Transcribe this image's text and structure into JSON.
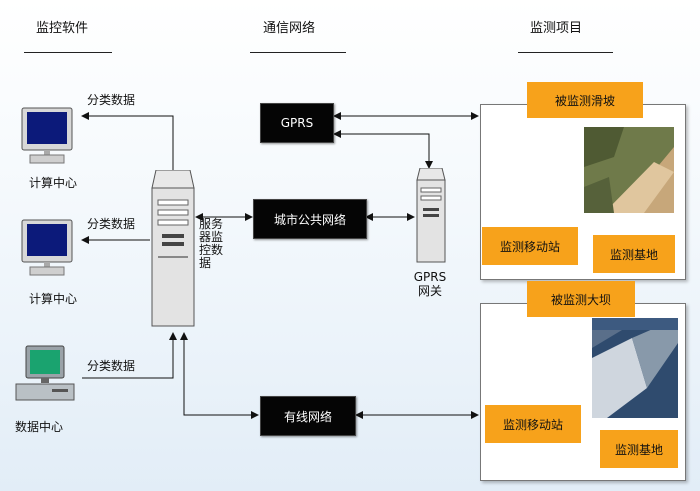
{
  "columns": {
    "software": "监控软件",
    "network": "通信网络",
    "project": "监测项目"
  },
  "clients": [
    {
      "label": "计算中心",
      "arrow_label": "分类数据"
    },
    {
      "label": "计算中心",
      "arrow_label": "分类数据"
    },
    {
      "label": "数据中心",
      "arrow_label": "分类数据"
    }
  ],
  "server": {
    "label": "服务器监控数据"
  },
  "networks": {
    "gprs": "GPRS",
    "city": "城市公共网络",
    "wired": "有线网络",
    "gateway_line1": "GPRS",
    "gateway_line2": "网关"
  },
  "sites": [
    {
      "title": "被监测滑坡",
      "station": "监测移动站",
      "base": "监测基地"
    },
    {
      "title": "被监测大坝",
      "station": "监测移动站",
      "base": "监测基地"
    }
  ],
  "colors": {
    "accent": "#f7a21b",
    "box": "#050505"
  }
}
